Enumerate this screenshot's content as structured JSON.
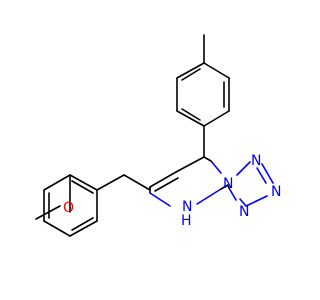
{
  "molecule": {
    "atoms": {
      "n_bridge": "N",
      "n_tet_top": "N",
      "n_tet_right": "N",
      "n_tet_bottom": "N",
      "nh_n": "N",
      "nh_h": "H",
      "oxygen": "O"
    },
    "colors": {
      "nitrogen": "#0000ff",
      "oxygen": "#ff0000",
      "bond": "#000000"
    }
  }
}
